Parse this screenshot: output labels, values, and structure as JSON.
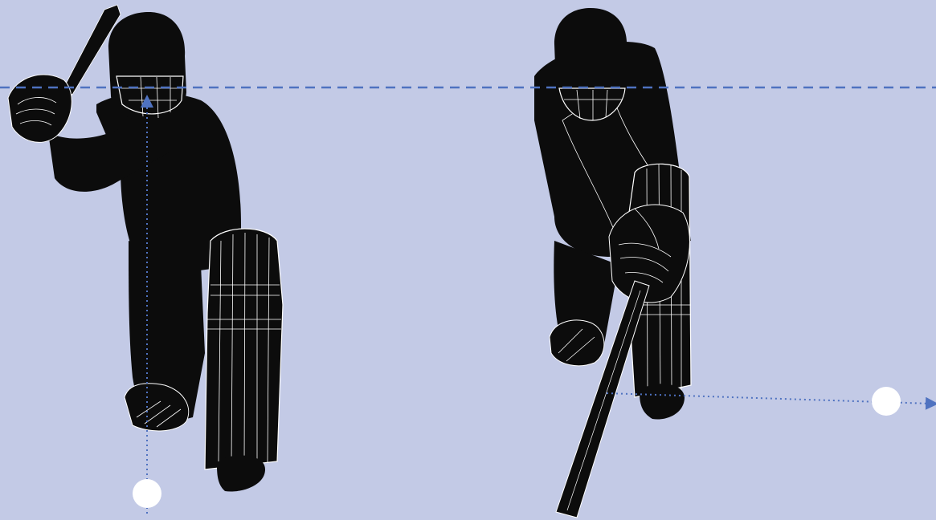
{
  "scene": {
    "background_color": "#c3cae6",
    "silhouette_color": "#0c0c0c",
    "outline_color": "#ffffff",
    "guide_line_color": "#4f72c0",
    "ball_color": "#ffffff",
    "figures": [
      {
        "pose": "backlift-stance",
        "ball_path": "vertical-dotted-arrow"
      },
      {
        "pose": "forward-defence",
        "ball_path": "horizontal-dotted-arrow"
      }
    ],
    "reference_line": "eye-level-dashed-line"
  }
}
